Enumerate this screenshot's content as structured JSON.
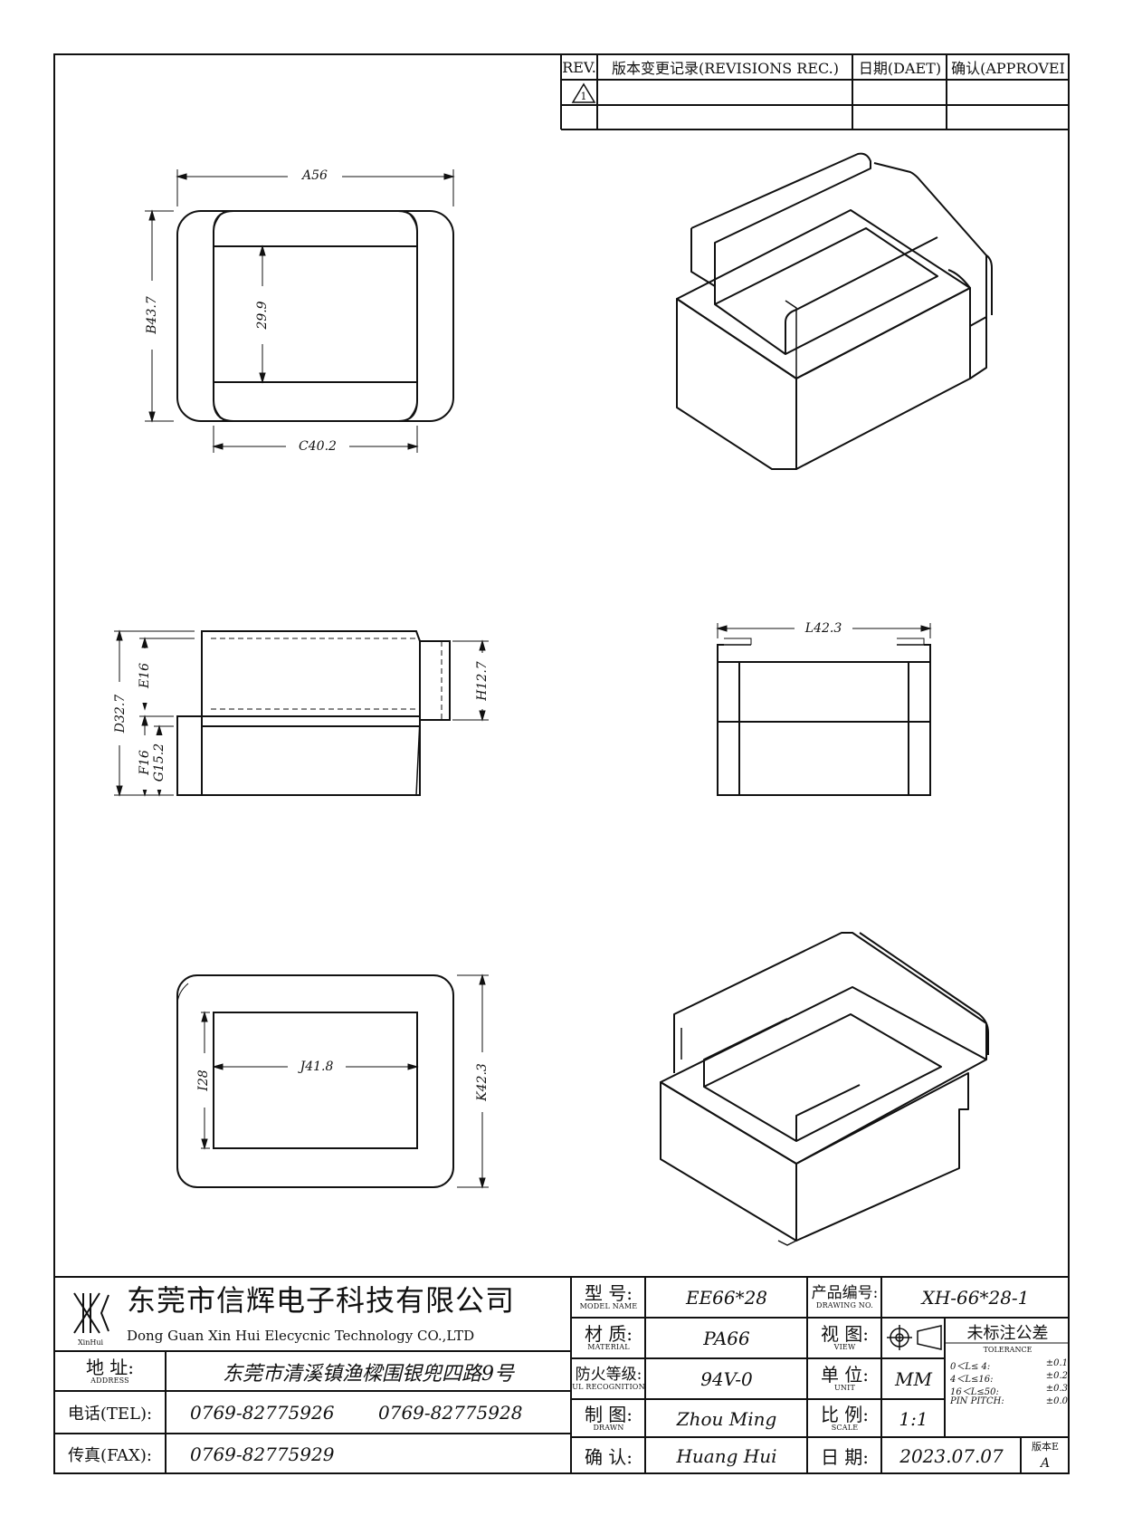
{
  "revision_table": {
    "headers": {
      "rev": "REV.",
      "record": "版本变更记录(REVISIONS REC.)",
      "date": "日期(DAET)",
      "approve": "确认(APPROVEI"
    },
    "rows": [
      {
        "rev_mark": "1",
        "record": "",
        "date": "",
        "approve": ""
      },
      {
        "rev_mark": "",
        "record": "",
        "date": "",
        "approve": ""
      }
    ]
  },
  "dimensions": {
    "a": "A56",
    "b": "B43.7",
    "inner_height": "29.9",
    "c": "C40.2",
    "d": "D32.7",
    "e": "E16",
    "f": "F16",
    "g": "G15.2",
    "h": "H12.7",
    "l": "L42.3",
    "i": "I28",
    "j": "J41.8",
    "k": "K42.3"
  },
  "title_block": {
    "company_cn": "东莞市信辉电子科技有限公司",
    "company_en": "Dong Guan Xin Hui Elecycnic Technology CO.,LTD",
    "logo_text": "XinHui",
    "address_label": "地 址:",
    "address_label_en": "ADDRESS",
    "address_value": "东莞市清溪镇渔樑围银兜四路9号",
    "tel_label": "电话(TEL):",
    "tel_value_1": "0769-82775926",
    "tel_value_2": "0769-82775928",
    "fax_label": "传真(FAX):",
    "fax_value": "0769-82775929",
    "model_label": "型 号:",
    "model_label_en": "MODEL NAME",
    "model_value": "EE66*28",
    "material_label": "材 质:",
    "material_label_en": "MATERIAL",
    "material_value": "PA66",
    "ul_label": "防火等级:",
    "ul_label_en": "UL RECOGNITION",
    "ul_value": "94V-0",
    "drawn_label": "制 图:",
    "drawn_label_en": "DRAWN",
    "drawn_value": "Zhou Ming",
    "confirm_label": "确 认:",
    "confirm_value": "Huang Hui",
    "drawing_no_label": "产品编号:",
    "drawing_no_label_en": "DRAWING NO.",
    "drawing_no_value": "XH-66*28-1",
    "view_label": "视 图:",
    "view_label_en": "VIEW",
    "unit_label": "单 位:",
    "unit_label_en": "UNIT",
    "unit_value": "MM",
    "scale_label": "比 例:",
    "scale_label_en": "SCALE",
    "scale_value": "1:1",
    "date_label": "日 期:",
    "date_value": "2023.07.07",
    "tolerance_label": "未标注公差",
    "tolerance_label_en": "TOLERANCE",
    "tolerance_rows": [
      {
        "range": "0＜L≤ 4:",
        "value": "±0.1"
      },
      {
        "range": "4＜L≤16:",
        "value": "±0.2"
      },
      {
        "range": "16＜L≤50:",
        "value": "±0.3"
      },
      {
        "range": "PIN PITCH:",
        "value": "±0.0"
      }
    ],
    "version_label": "版本E",
    "version_value": "A"
  }
}
